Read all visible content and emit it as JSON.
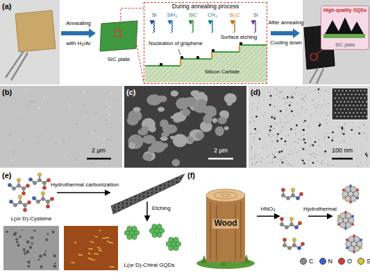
{
  "diagram": {
    "nodes": [
      {
        "text": [
          "SiC plate"
        ]
      },
      {
        "text": [
          "During annealing process"
        ]
      },
      {
        "text": [
          "High-quality GQDs",
          "SiC plate"
        ]
      },
      {
        "text": [
          "Wood"
        ]
      }
    ],
    "edges": [
      {
        "from": 0,
        "to": 1,
        "arrow": "none"
      }
    ],
    "labels": [
      "(a)",
      "Annealing",
      "with H₂/Ar",
      "Si",
      "SiH₄",
      "SiC",
      "CH₄",
      "Si₂C",
      "Si",
      "Nucleation of graphene",
      "Surface etching",
      "Silicon Carbide",
      "After annealing",
      "Cooling down",
      "(b)",
      "2 µm",
      "(c)",
      "2 µm",
      "(d)",
      "100 nm",
      "(e)",
      "Hydrothermal carbonization",
      "Etching",
      "L(or D)-Cysteine",
      "L(or D)-Chiral GQDs",
      "(f)",
      "HNO₃",
      "Hydrothermal"
    ],
    "legend": [
      {
        "text": "C",
        "color": "#8c8c8c"
      },
      {
        "text": "N",
        "color": "#3a5fd0"
      },
      {
        "text": "O",
        "color": "#e03a2a"
      },
      {
        "text": "S",
        "color": "#e8c12a"
      }
    ]
  }
}
